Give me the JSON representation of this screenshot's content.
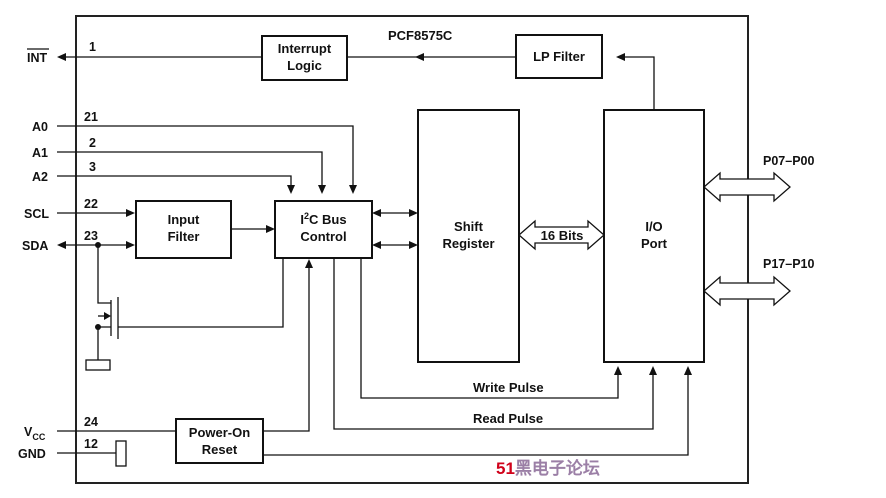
{
  "chip_name": "PCF8575C",
  "blocks": {
    "interrupt_logic": [
      "Interrupt",
      "Logic"
    ],
    "lp_filter": "LP Filter",
    "input_filter": [
      "Input",
      "Filter"
    ],
    "i2c_bus_control": {
      "prefix": "I",
      "superscript": "2",
      "rest": "C Bus",
      "line2": "Control"
    },
    "shift_register": [
      "Shift",
      "Register"
    ],
    "io_port": [
      "I/O",
      "Port"
    ],
    "power_on_reset": [
      "Power-On",
      "Reset"
    ]
  },
  "bus_label": "16 Bits",
  "signals": {
    "write_pulse": "Write Pulse",
    "read_pulse": "Read Pulse"
  },
  "pins": {
    "int": {
      "name": "INT",
      "number": "1"
    },
    "a0": {
      "name": "A0",
      "number": "21"
    },
    "a1": {
      "name": "A1",
      "number": "2"
    },
    "a2": {
      "name": "A2",
      "number": "3"
    },
    "scl": {
      "name": "SCL",
      "number": "22"
    },
    "sda": {
      "name": "SDA",
      "number": "23"
    },
    "vcc": {
      "name": "V",
      "subscript": "CC",
      "number": "24"
    },
    "gnd": {
      "name": "GND",
      "number": "12"
    }
  },
  "ports": {
    "p0": "P07–P00",
    "p1": "P17–P10"
  },
  "watermark": {
    "text_red": "51",
    "text_rest": "黑电子论坛",
    "color_red": "#d0021b",
    "color_rest": "#9b7fa6"
  }
}
